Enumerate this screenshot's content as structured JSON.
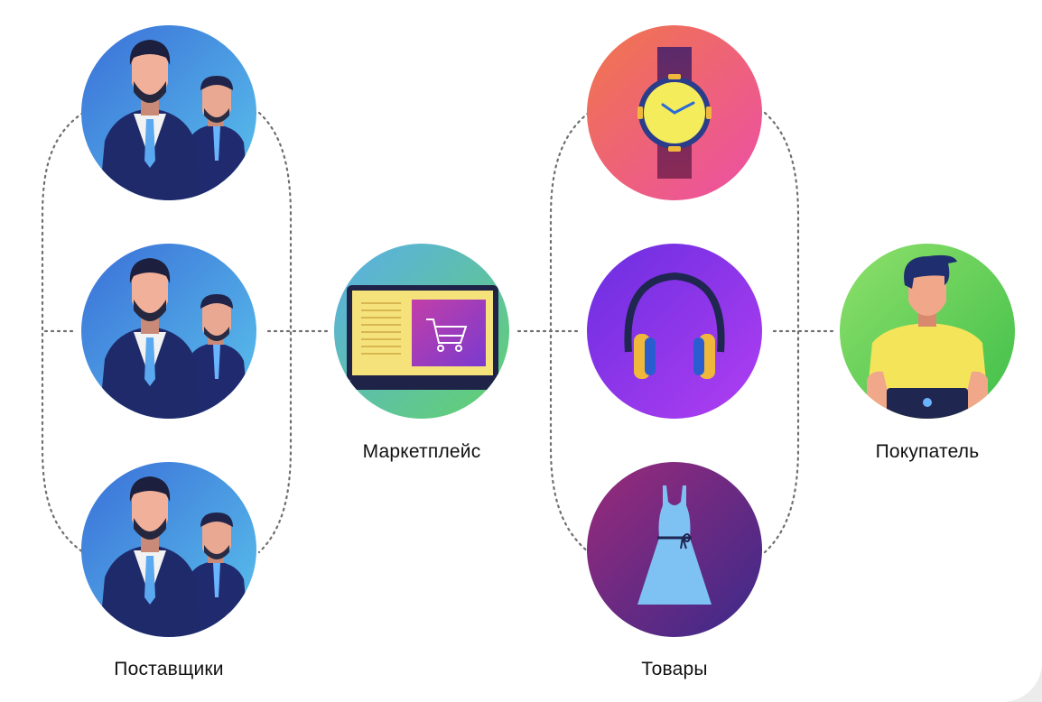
{
  "labels": {
    "suppliers": "Поставщики",
    "marketplace": "Маркетплейс",
    "goods": "Товары",
    "buyer": "Покупатель"
  },
  "colors": {
    "connector": "#6f6f6f",
    "supplier_bg": [
      "#3a6fd8",
      "#5bc4ec"
    ],
    "marketplace_bg": [
      "#5aaee8",
      "#62d26a"
    ],
    "watch_bg": [
      "#f0764a",
      "#ec4fa6"
    ],
    "headphones_bg": [
      "#6a2ee0",
      "#b13ef2"
    ],
    "dress_bg": [
      "#9b2a7a",
      "#3a2a8a"
    ],
    "buyer_bg": [
      "#8ee06a",
      "#3fbf4a"
    ]
  },
  "icons": {
    "supplier": "businessmen-icon",
    "marketplace": "laptop-shopping-cart-icon",
    "goods": [
      "wristwatch-icon",
      "headphones-icon",
      "dress-icon"
    ],
    "buyer": "person-with-laptop-icon"
  }
}
